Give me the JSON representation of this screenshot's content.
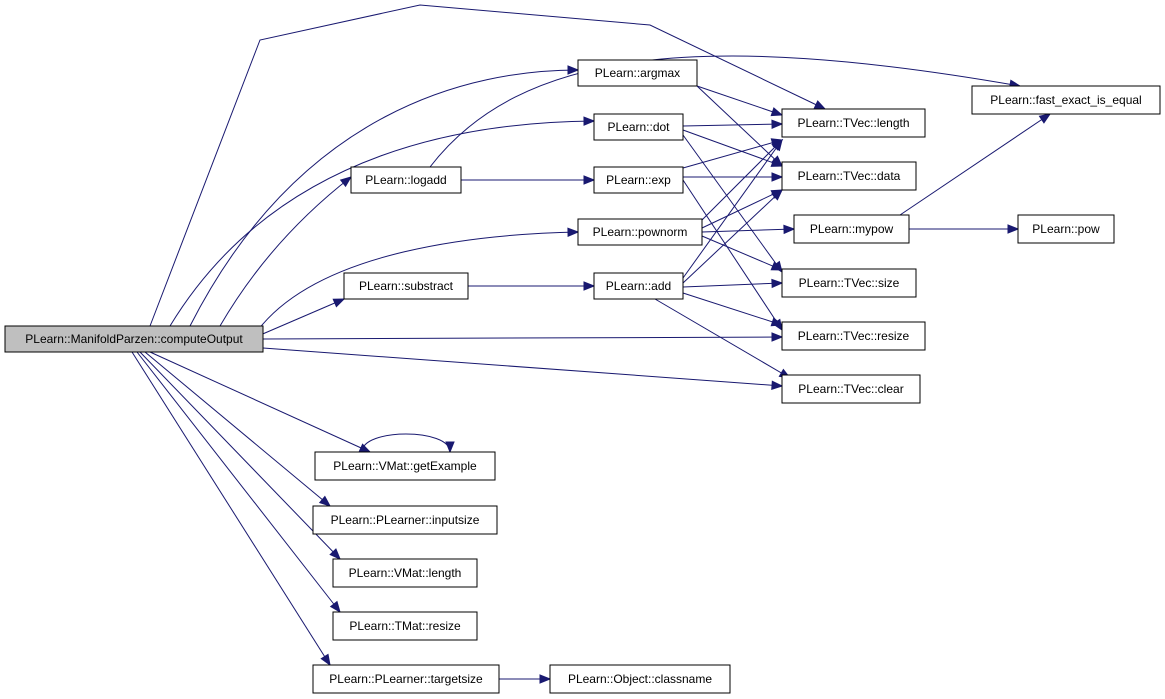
{
  "nodes": [
    {
      "id": "compute_output",
      "label": "PLearn::ManifoldParzen::computeOutput",
      "root": true
    },
    {
      "id": "argmax",
      "label": "PLearn::argmax"
    },
    {
      "id": "dot",
      "label": "PLearn::dot"
    },
    {
      "id": "logadd",
      "label": "PLearn::logadd"
    },
    {
      "id": "exp",
      "label": "PLearn::exp"
    },
    {
      "id": "pownorm",
      "label": "PLearn::pownorm"
    },
    {
      "id": "substract",
      "label": "PLearn::substract"
    },
    {
      "id": "add",
      "label": "PLearn::add"
    },
    {
      "id": "tvec_length",
      "label": "PLearn::TVec::length"
    },
    {
      "id": "tvec_data",
      "label": "PLearn::TVec::data"
    },
    {
      "id": "mypow",
      "label": "PLearn::mypow"
    },
    {
      "id": "tvec_size",
      "label": "PLearn::TVec::size"
    },
    {
      "id": "tvec_resize",
      "label": "PLearn::TVec::resize"
    },
    {
      "id": "tvec_clear",
      "label": "PLearn::TVec::clear"
    },
    {
      "id": "fast_exact_is_equal",
      "label": "PLearn::fast_exact_is_equal"
    },
    {
      "id": "pow",
      "label": "PLearn::pow"
    },
    {
      "id": "vmat_getexample",
      "label": "PLearn::VMat::getExample"
    },
    {
      "id": "plearner_inputsize",
      "label": "PLearn::PLearner::inputsize"
    },
    {
      "id": "vmat_length",
      "label": "PLearn::VMat::length"
    },
    {
      "id": "tmat_resize",
      "label": "PLearn::TMat::resize"
    },
    {
      "id": "plearner_targetsize",
      "label": "PLearn::PLearner::targetsize"
    },
    {
      "id": "object_classname",
      "label": "PLearn::Object::classname"
    }
  ],
  "edges": [
    {
      "from": "compute_output",
      "to": "argmax"
    },
    {
      "from": "compute_output",
      "to": "dot"
    },
    {
      "from": "compute_output",
      "to": "logadd"
    },
    {
      "from": "compute_output",
      "to": "pownorm"
    },
    {
      "from": "compute_output",
      "to": "substract"
    },
    {
      "from": "compute_output",
      "to": "tvec_length"
    },
    {
      "from": "compute_output",
      "to": "tvec_resize"
    },
    {
      "from": "compute_output",
      "to": "tvec_clear"
    },
    {
      "from": "compute_output",
      "to": "vmat_getexample"
    },
    {
      "from": "compute_output",
      "to": "plearner_inputsize"
    },
    {
      "from": "compute_output",
      "to": "vmat_length"
    },
    {
      "from": "compute_output",
      "to": "tmat_resize"
    },
    {
      "from": "compute_output",
      "to": "plearner_targetsize"
    },
    {
      "from": "argmax",
      "to": "tvec_length"
    },
    {
      "from": "argmax",
      "to": "tvec_data"
    },
    {
      "from": "dot",
      "to": "tvec_length"
    },
    {
      "from": "dot",
      "to": "tvec_data"
    },
    {
      "from": "dot",
      "to": "tvec_size"
    },
    {
      "from": "logadd",
      "to": "exp"
    },
    {
      "from": "logadd",
      "to": "fast_exact_is_equal"
    },
    {
      "from": "exp",
      "to": "tvec_length"
    },
    {
      "from": "exp",
      "to": "tvec_data"
    },
    {
      "from": "exp",
      "to": "tvec_resize"
    },
    {
      "from": "pownorm",
      "to": "tvec_length"
    },
    {
      "from": "pownorm",
      "to": "tvec_data"
    },
    {
      "from": "pownorm",
      "to": "mypow"
    },
    {
      "from": "pownorm",
      "to": "tvec_size"
    },
    {
      "from": "substract",
      "to": "add"
    },
    {
      "from": "add",
      "to": "tvec_length"
    },
    {
      "from": "add",
      "to": "tvec_data"
    },
    {
      "from": "add",
      "to": "tvec_size"
    },
    {
      "from": "add",
      "to": "tvec_resize"
    },
    {
      "from": "add",
      "to": "tvec_clear"
    },
    {
      "from": "mypow",
      "to": "pow"
    },
    {
      "from": "mypow",
      "to": "fast_exact_is_equal"
    },
    {
      "from": "vmat_getexample",
      "to": "vmat_getexample"
    },
    {
      "from": "plearner_targetsize",
      "to": "object_classname"
    }
  ],
  "colors": {
    "edge": "#191970",
    "root_fill": "#bfbfbf",
    "node_fill": "#ffffff",
    "border": "#000000"
  }
}
